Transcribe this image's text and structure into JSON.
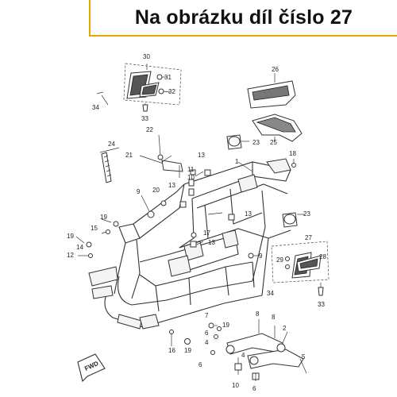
{
  "banner": {
    "text": "Na obrázku díl číslo 27",
    "color": "#e6a800"
  },
  "labels": {
    "l1": "1",
    "l2": "2",
    "l4a": "4",
    "l4b": "4",
    "l5": "5",
    "l6a": "6",
    "l6b": "6",
    "l6c": "6",
    "l7": "7",
    "l8a": "8",
    "l8b": "8",
    "l9a": "9",
    "l9b": "9",
    "l10a": "10",
    "l10b": "10",
    "l11": "11",
    "l12": "12",
    "l13a": "13",
    "l13b": "13",
    "l13c": "13",
    "l13d": "13",
    "l14": "14",
    "l15": "15",
    "l16": "16",
    "l17": "17",
    "l18": "18",
    "l19a": "19",
    "l19b": "19",
    "l19c": "19",
    "l19d": "19",
    "l20": "20",
    "l21": "21",
    "l22": "22",
    "l23a": "23",
    "l23b": "23",
    "l24": "24",
    "l25": "25",
    "l26": "26",
    "l27": "27",
    "l28": "28",
    "l29": "29",
    "l30": "30",
    "l31": "31",
    "l32": "32",
    "l33a": "33",
    "l33b": "33",
    "l34a": "34",
    "l34b": "34"
  },
  "fwd": "FWD"
}
